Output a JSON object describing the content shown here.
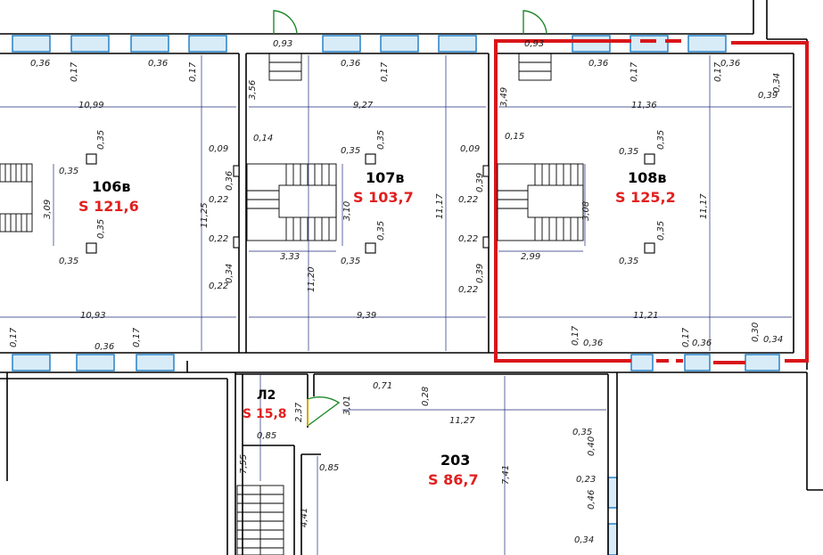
{
  "colors": {
    "wall": "#000000",
    "dimension": "#1f2a7a",
    "window": "#1a7bc4",
    "door": "#1f8a2c",
    "area_text": "#e0201f",
    "highlight": "#d9161a"
  },
  "rooms": [
    {
      "id": "106",
      "number": "106в",
      "area": "S 121,6"
    },
    {
      "id": "107",
      "number": "107в",
      "area": "S 103,7"
    },
    {
      "id": "108",
      "number": "108в",
      "area": "S 125,2"
    },
    {
      "id": "l2",
      "number": "Л2",
      "area": "S 15,8"
    },
    {
      "id": "203",
      "number": "203",
      "area": "S 86,7"
    }
  ],
  "dimensions": [
    {
      "id": "a1",
      "text": "0,36"
    },
    {
      "id": "a2",
      "text": "0,17"
    },
    {
      "id": "a3",
      "text": "0,36"
    },
    {
      "id": "a4",
      "text": "0,17"
    },
    {
      "id": "a5",
      "text": "10,99"
    },
    {
      "id": "a6",
      "text": "0,35"
    },
    {
      "id": "a7",
      "text": "0,35"
    },
    {
      "id": "a8",
      "text": "3,09"
    },
    {
      "id": "a9",
      "text": "0,35"
    },
    {
      "id": "a10",
      "text": "0,35"
    },
    {
      "id": "a11",
      "text": "11,25"
    },
    {
      "id": "a12",
      "text": "0,09"
    },
    {
      "id": "a13",
      "text": "0,36"
    },
    {
      "id": "a14",
      "text": "0,22"
    },
    {
      "id": "a15",
      "text": "0,22"
    },
    {
      "id": "a16",
      "text": "0,34"
    },
    {
      "id": "a17",
      "text": "0,22"
    },
    {
      "id": "a18",
      "text": "10,93"
    },
    {
      "id": "a19",
      "text": "0,17"
    },
    {
      "id": "a20",
      "text": "0,36"
    },
    {
      "id": "a21",
      "text": "0,17"
    },
    {
      "id": "b1",
      "text": "0,93"
    },
    {
      "id": "b2",
      "text": "3,56"
    },
    {
      "id": "b3",
      "text": "0,36"
    },
    {
      "id": "b4",
      "text": "0,17"
    },
    {
      "id": "b5",
      "text": "9,27"
    },
    {
      "id": "b6",
      "text": "0,14"
    },
    {
      "id": "b7",
      "text": "0,35"
    },
    {
      "id": "b8",
      "text": "0,35"
    },
    {
      "id": "b9",
      "text": "3,10"
    },
    {
      "id": "b10",
      "text": "3,33"
    },
    {
      "id": "b11",
      "text": "0,35"
    },
    {
      "id": "b12",
      "text": "0,35"
    },
    {
      "id": "b13",
      "text": "11,20"
    },
    {
      "id": "b14",
      "text": "11,17"
    },
    {
      "id": "b15",
      "text": "9,39"
    },
    {
      "id": "c1",
      "text": "0,09"
    },
    {
      "id": "c2",
      "text": "0,22"
    },
    {
      "id": "c3",
      "text": "0,39"
    },
    {
      "id": "c4",
      "text": "0,22"
    },
    {
      "id": "c5",
      "text": "0,39"
    },
    {
      "id": "c6",
      "text": "0,22"
    },
    {
      "id": "d1",
      "text": "0,93"
    },
    {
      "id": "d2",
      "text": "0,36"
    },
    {
      "id": "d3",
      "text": "0,17"
    },
    {
      "id": "d4",
      "text": "0,17"
    },
    {
      "id": "d5",
      "text": "0,36"
    },
    {
      "id": "d6",
      "text": "0,34"
    },
    {
      "id": "d7",
      "text": "0,39"
    },
    {
      "id": "d8",
      "text": "3,49"
    },
    {
      "id": "d9",
      "text": "11,36"
    },
    {
      "id": "d10",
      "text": "0,15"
    },
    {
      "id": "d11",
      "text": "0,35"
    },
    {
      "id": "d12",
      "text": "0,35"
    },
    {
      "id": "d13",
      "text": "3,08"
    },
    {
      "id": "d14",
      "text": "11,17"
    },
    {
      "id": "d15",
      "text": "2,99"
    },
    {
      "id": "d16",
      "text": "0,35"
    },
    {
      "id": "d17",
      "text": "0,35"
    },
    {
      "id": "d18",
      "text": "11,21"
    },
    {
      "id": "d19",
      "text": "0,17"
    },
    {
      "id": "d20",
      "text": "0,36"
    },
    {
      "id": "d21",
      "text": "0,17"
    },
    {
      "id": "d22",
      "text": "0,36"
    },
    {
      "id": "d23",
      "text": "0,30"
    },
    {
      "id": "d24",
      "text": "0,34"
    },
    {
      "id": "e1",
      "text": "2,37"
    },
    {
      "id": "e2",
      "text": "3,01"
    },
    {
      "id": "e3",
      "text": "0,85"
    },
    {
      "id": "e4",
      "text": "0,85"
    },
    {
      "id": "e5",
      "text": "7,55"
    },
    {
      "id": "e6",
      "text": "4,41"
    },
    {
      "id": "e7",
      "text": "0,71"
    },
    {
      "id": "e8",
      "text": "0,28"
    },
    {
      "id": "e9",
      "text": "11,27"
    },
    {
      "id": "e10",
      "text": "7,41"
    },
    {
      "id": "e11",
      "text": "0,35"
    },
    {
      "id": "e12",
      "text": "0,40"
    },
    {
      "id": "e13",
      "text": "0,23"
    },
    {
      "id": "e14",
      "text": "0,46"
    },
    {
      "id": "e15",
      "text": "0,34"
    }
  ]
}
